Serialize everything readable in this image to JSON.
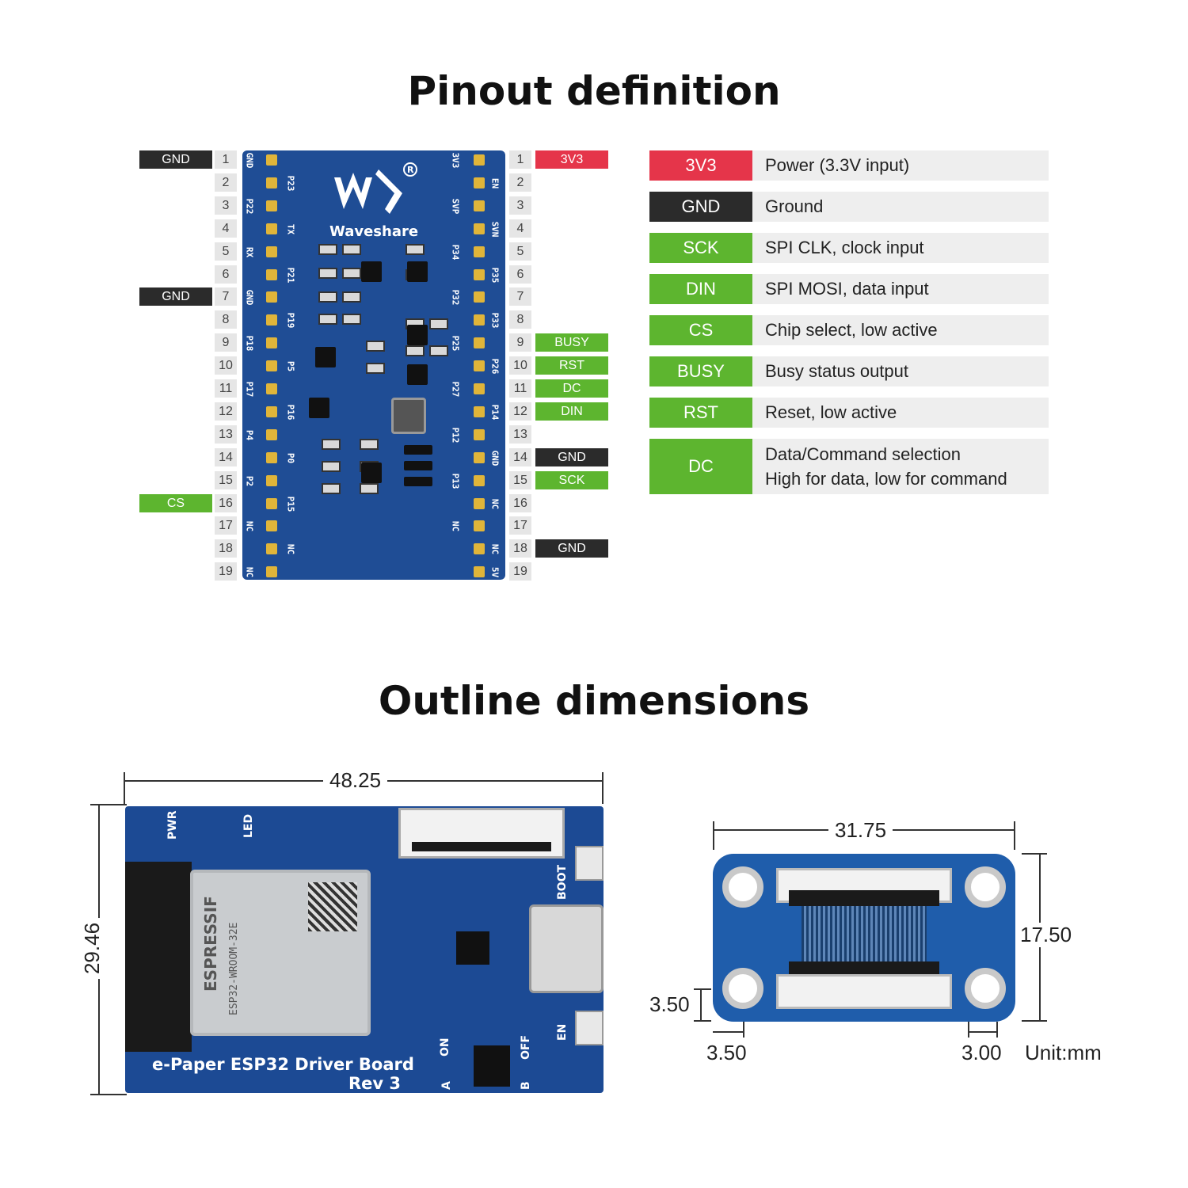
{
  "titles": {
    "pinout": "Pinout definition",
    "outline": "Outline dimensions"
  },
  "colors": {
    "power": "#e5354a",
    "ground": "#2b2b2b",
    "signal": "#5db52f",
    "board": "#1f4d95"
  },
  "pins": {
    "numbers": [
      "1",
      "2",
      "3",
      "4",
      "5",
      "6",
      "7",
      "8",
      "9",
      "10",
      "11",
      "12",
      "13",
      "14",
      "15",
      "16",
      "17",
      "18",
      "19"
    ],
    "left_tags": [
      {
        "pin": 1,
        "label": "GND",
        "kind": "ground"
      },
      {
        "pin": 7,
        "label": "GND",
        "kind": "ground"
      },
      {
        "pin": 16,
        "label": "CS",
        "kind": "signal"
      }
    ],
    "right_tags": [
      {
        "pin": 1,
        "label": "3V3",
        "kind": "power"
      },
      {
        "pin": 9,
        "label": "BUSY",
        "kind": "signal"
      },
      {
        "pin": 10,
        "label": "RST",
        "kind": "signal"
      },
      {
        "pin": 11,
        "label": "DC",
        "kind": "signal"
      },
      {
        "pin": 12,
        "label": "DIN",
        "kind": "signal"
      },
      {
        "pin": 14,
        "label": "GND",
        "kind": "ground"
      },
      {
        "pin": 15,
        "label": "SCK",
        "kind": "signal"
      },
      {
        "pin": 18,
        "label": "GND",
        "kind": "ground"
      }
    ]
  },
  "board": {
    "brand": "Waveshare",
    "left_outer": [
      "GND",
      "",
      "P22",
      "",
      "RX",
      "",
      "GND",
      "",
      "P18",
      "",
      "P17",
      "",
      "P4",
      "",
      "P2",
      "",
      "NC",
      "",
      "NC"
    ],
    "left_inner": [
      "",
      "P23",
      "",
      "TX",
      "",
      "P21",
      "",
      "P19",
      "",
      "P5",
      "",
      "P16",
      "",
      "P0",
      "",
      "P15",
      "",
      "NC",
      ""
    ],
    "right_inner": [
      "3V3",
      "",
      "SVP",
      "",
      "P34",
      "",
      "P32",
      "",
      "P25",
      "",
      "P27",
      "",
      "P12",
      "",
      "P13",
      "",
      "NC",
      "",
      ""
    ],
    "right_outer": [
      "",
      "EN",
      "",
      "SVN",
      "",
      "P35",
      "",
      "P33",
      "",
      "P26",
      "",
      "P14",
      "",
      "GND",
      "",
      "NC",
      "",
      "NC",
      "5V"
    ]
  },
  "legend": [
    {
      "tag": "3V3",
      "kind": "power",
      "desc": [
        "Power (3.3V input)"
      ]
    },
    {
      "tag": "GND",
      "kind": "ground",
      "desc": [
        "Ground"
      ]
    },
    {
      "tag": "SCK",
      "kind": "signal",
      "desc": [
        "SPI CLK, clock input"
      ]
    },
    {
      "tag": "DIN",
      "kind": "signal",
      "desc": [
        "SPI MOSI, data input"
      ]
    },
    {
      "tag": "CS",
      "kind": "signal",
      "desc": [
        "Chip select, low active"
      ]
    },
    {
      "tag": "BUSY",
      "kind": "signal",
      "desc": [
        "Busy status output"
      ]
    },
    {
      "tag": "RST",
      "kind": "signal",
      "desc": [
        "Reset, low active"
      ]
    },
    {
      "tag": "DC",
      "kind": "signal",
      "desc": [
        "Data/Command selection",
        "High for data, low for command"
      ]
    }
  ],
  "dimensions": {
    "driver_width": "48.25",
    "driver_height": "29.46",
    "adapter_width": "31.75",
    "adapter_height": "17.50",
    "hole_offset_y": "3.50",
    "hole_offset_x": "3.50",
    "hole_offset_right": "3.00",
    "unit": "Unit:mm"
  },
  "driver_board": {
    "name": "e-Paper ESP32 Driver Board",
    "rev": "Rev 3",
    "module_brand": "ESPRESSIF",
    "module_model": "ESP32-WROOM-32E",
    "labels": {
      "pwr": "PWR",
      "led": "LED",
      "boot": "BOOT",
      "en": "EN",
      "on": "ON",
      "off": "OFF",
      "a": "A",
      "b": "B"
    }
  }
}
